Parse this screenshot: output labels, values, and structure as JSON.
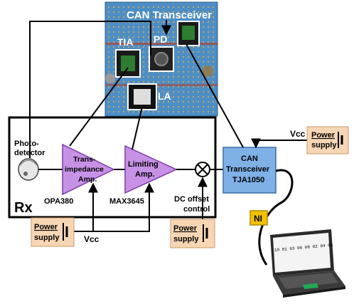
{
  "photo": {
    "can_transceiver": "CAN Transceiver",
    "tia": "TIA",
    "pd": "PD",
    "la": "LA"
  },
  "rx": {
    "label": "Rx",
    "photodetector_line1": "Photo-",
    "photodetector_line2": "detector",
    "tia_line1": "Trans-",
    "tia_line2": "impedance",
    "tia_line3": "Amp.",
    "tia_part": "OPA380",
    "la_line1": "Limiting",
    "la_line2": "Amp.",
    "la_part": "MAX3645",
    "dc_line1": "DC offset",
    "dc_line2": "control"
  },
  "can": {
    "line1": "CAN",
    "line2": "Transceiver",
    "line3": "TJA1050"
  },
  "vcc_top": "Vcc",
  "vcc_bottom": "Vcc",
  "power_supply": {
    "line1": "Power",
    "line2": "supply"
  },
  "ni": "NI",
  "laptop_screen": "10 01 03 06 08 02 04 05",
  "colors": {
    "amp_fill": "#c792e6",
    "can_fill": "#7fb0e6",
    "power_fill": "#f6d6b4",
    "ni_fill": "#f2c200",
    "board": "#4d8ec4"
  }
}
